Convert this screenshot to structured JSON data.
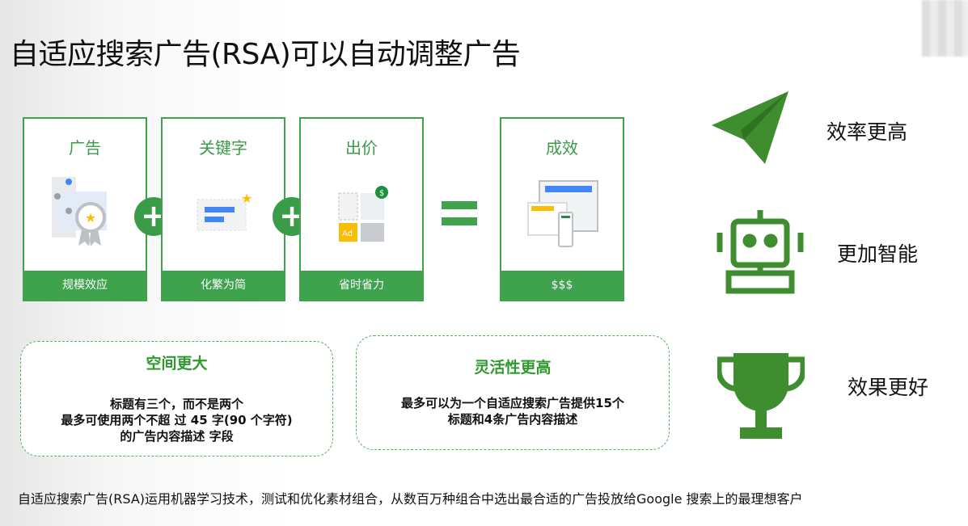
{
  "title": "自适应搜索广告(RSA)可以自动调整广告",
  "cards": [
    {
      "heading": "广告",
      "footer": "规模效应"
    },
    {
      "heading": "关键字",
      "footer": "化繁为简"
    },
    {
      "heading": "出价",
      "footer": "省时省力",
      "badge": "Ad",
      "price_icon": "$"
    },
    {
      "heading": "成效",
      "footer": "$$$"
    }
  ],
  "operators": {
    "plus": "+"
  },
  "benefits": [
    {
      "icon": "paper-plane-icon",
      "label": "效率更高"
    },
    {
      "icon": "robot-icon",
      "label": "更加智能"
    },
    {
      "icon": "trophy-icon",
      "label": "效果更好"
    }
  ],
  "boxes": [
    {
      "title": "空间更大",
      "lines": [
        "标题有三个，而不是两个",
        "最多可使用两个不超 过 45 字(90 个字符)",
        "的广告内容描述 字段"
      ]
    },
    {
      "title": "灵活性更高",
      "lines": [
        "最多可以为一个自适应搜索广告提供15个",
        "标题和4条广告内容描述"
      ]
    }
  ],
  "footer": "自适应搜索广告(RSA)运用机器学习技术，测试和优化素材组合，从数百万种组合中选出最合适的广告投放给Google 搜索上的最理想客户",
  "colors": {
    "green": "#3fa34d",
    "icon_green": "#3e8e2f",
    "blue": "#4285f4",
    "yellow": "#fbbc04"
  }
}
